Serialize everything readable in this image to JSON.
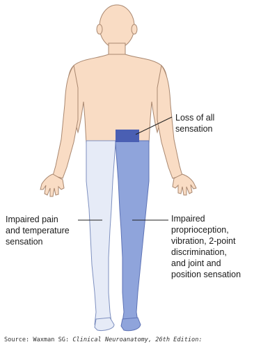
{
  "colors": {
    "skin": "#f9dcc4",
    "skin_outline": "#a9876f",
    "contralateral_leg": "#e6ebf7",
    "ipsilateral_leg": "#8fa4db",
    "lesion_band": "#4a5fb3",
    "leader_line": "#222222"
  },
  "labels": {
    "total_loss": "Loss of all\nsensation",
    "pain_temp": "Impaired pain\nand temperature\nsensation",
    "proprioception": "Impaired\nproprioception,\nvibration, 2-point\ndiscrimination,\nand joint and\nposition sensation"
  },
  "source": {
    "prefix": "Source: Waxman SG: ",
    "book": "Clinical Neuroanatomy, 26th Edition:"
  }
}
